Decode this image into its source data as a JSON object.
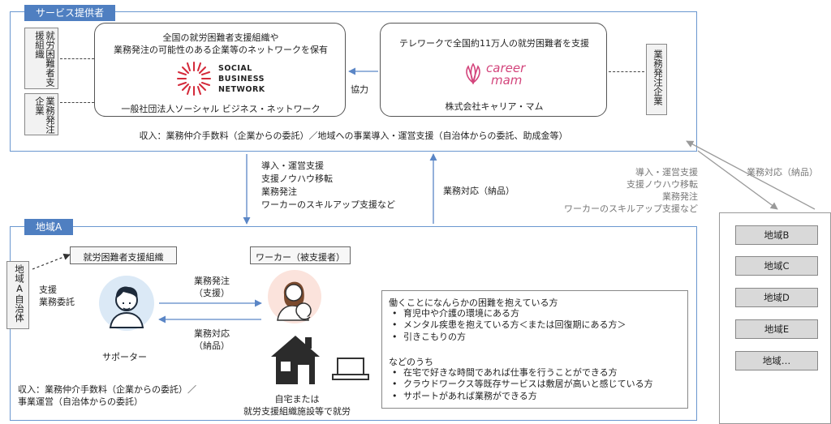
{
  "service": {
    "tab": "サービス提供者",
    "left_label_1": "就労困難者支援組織",
    "left_label_2": "業務発注企業",
    "right_label": "業務発注企業",
    "ssn_desc_1": "全国の就労困難者支援組織や",
    "ssn_desc_2": "業務発注の可能性のある企業等のネットワークを保有",
    "ssn_logo_1": "SOCIAL",
    "ssn_logo_2": "BUSINESS",
    "ssn_logo_3": "NETWORK",
    "ssn_name": "一般社団法人ソーシャル ビジネス・ネットワーク",
    "cm_desc": "テレワークで全国約11万人の就労困難者を支援",
    "cm_logo_1": "career",
    "cm_logo_2": "mam",
    "cm_name": "株式会社キャリア・マム",
    "cooperation": "協力",
    "income": "収入：業務仲介手数料（企業からの委託）／地域への事業導入・運営支援（自治体からの委託、助成金等）"
  },
  "flows": {
    "down": [
      "導入・運営支援",
      "支援ノウハウ移転",
      "業務発注",
      "ワーカーのスキルアップ支援など"
    ],
    "up": "業務対応（納品）",
    "right_down": [
      "導入・運営支援",
      "支援ノウハウ移転",
      "業務発注",
      "ワーカーのスキルアップ支援など"
    ],
    "right_up": "業務対応（納品）"
  },
  "regionA": {
    "tab": "地域A",
    "gov": "地域A自治体",
    "support_org": "就労困難者支援組織",
    "support_label_1": "支援",
    "support_label_2": "業務委託",
    "supporter": "サポーター",
    "worker": "ワーカー（被支援者）",
    "order_1": "業務発注",
    "order_2": "（支援）",
    "response_1": "業務対応",
    "response_2": "（納品）",
    "home_1": "自宅または",
    "home_2": "就労支援組織施設等で就労",
    "income_1": "収入：業務仲介手数料（企業からの委託）／",
    "income_2": "事業運営（自治体からの委託）",
    "target_title": "働くことになんらかの困難を抱えている方",
    "target_items": [
      "育児中や介護の環境にある方",
      "メンタル疾患を抱えている方＜または回復期にある方＞",
      "引きこもりの方"
    ],
    "among": "などのうち",
    "among_items": [
      "在宅で好きな時間であれば仕事を行うことができる方",
      "クラウドワークス等既存サービスは敷居が高いと感じている方",
      "サポートがあれば業務ができる方"
    ]
  },
  "regions": [
    "地域B",
    "地域C",
    "地域D",
    "地域E",
    "地域…"
  ],
  "colors": {
    "accent": "#4f7fc1",
    "ssn_red": "#d42a3a",
    "careermam_pink": "#d3457c"
  }
}
